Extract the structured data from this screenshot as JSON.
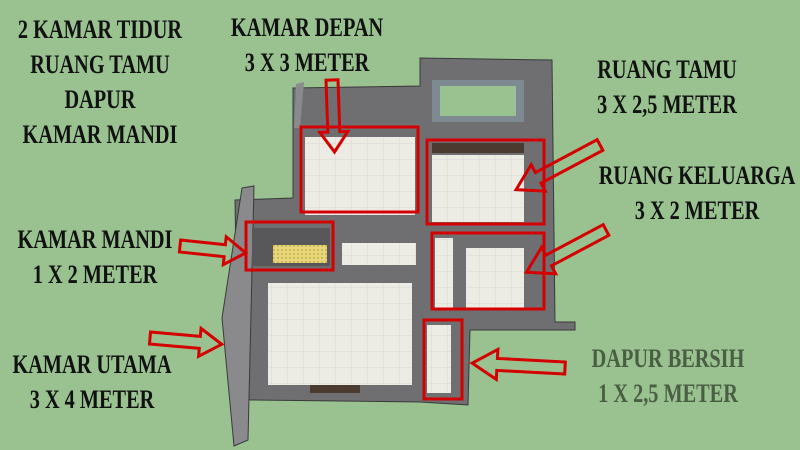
{
  "summary": {
    "lines": [
      "2 KAMAR TIDUR",
      "RUANG TAMU",
      "DAPUR",
      "KAMAR MANDI"
    ]
  },
  "rooms": {
    "kamar_depan": {
      "name": "KAMAR DEPAN",
      "size": "3 X 3 METER"
    },
    "ruang_tamu": {
      "name": "RUANG TAMU",
      "size": "3 X 2,5 METER"
    },
    "ruang_keluarga": {
      "name": "RUANG KELUARGA",
      "size": "3 X 2 METER"
    },
    "kamar_mandi": {
      "name": "KAMAR MANDI",
      "size": "1 X 2 METER"
    },
    "kamar_utama": {
      "name": "KAMAR UTAMA",
      "size": "3 X 4 METER"
    },
    "dapur_bersih": {
      "name": "DAPUR BERSIH",
      "size": "1 X 2,5 METER"
    }
  },
  "colors": {
    "background": "#99c290",
    "highlight": "#d40000",
    "label": "#111111",
    "label_muted": "#4a5e44",
    "wall": "#6f6f72",
    "floor": "#ecebe4"
  }
}
